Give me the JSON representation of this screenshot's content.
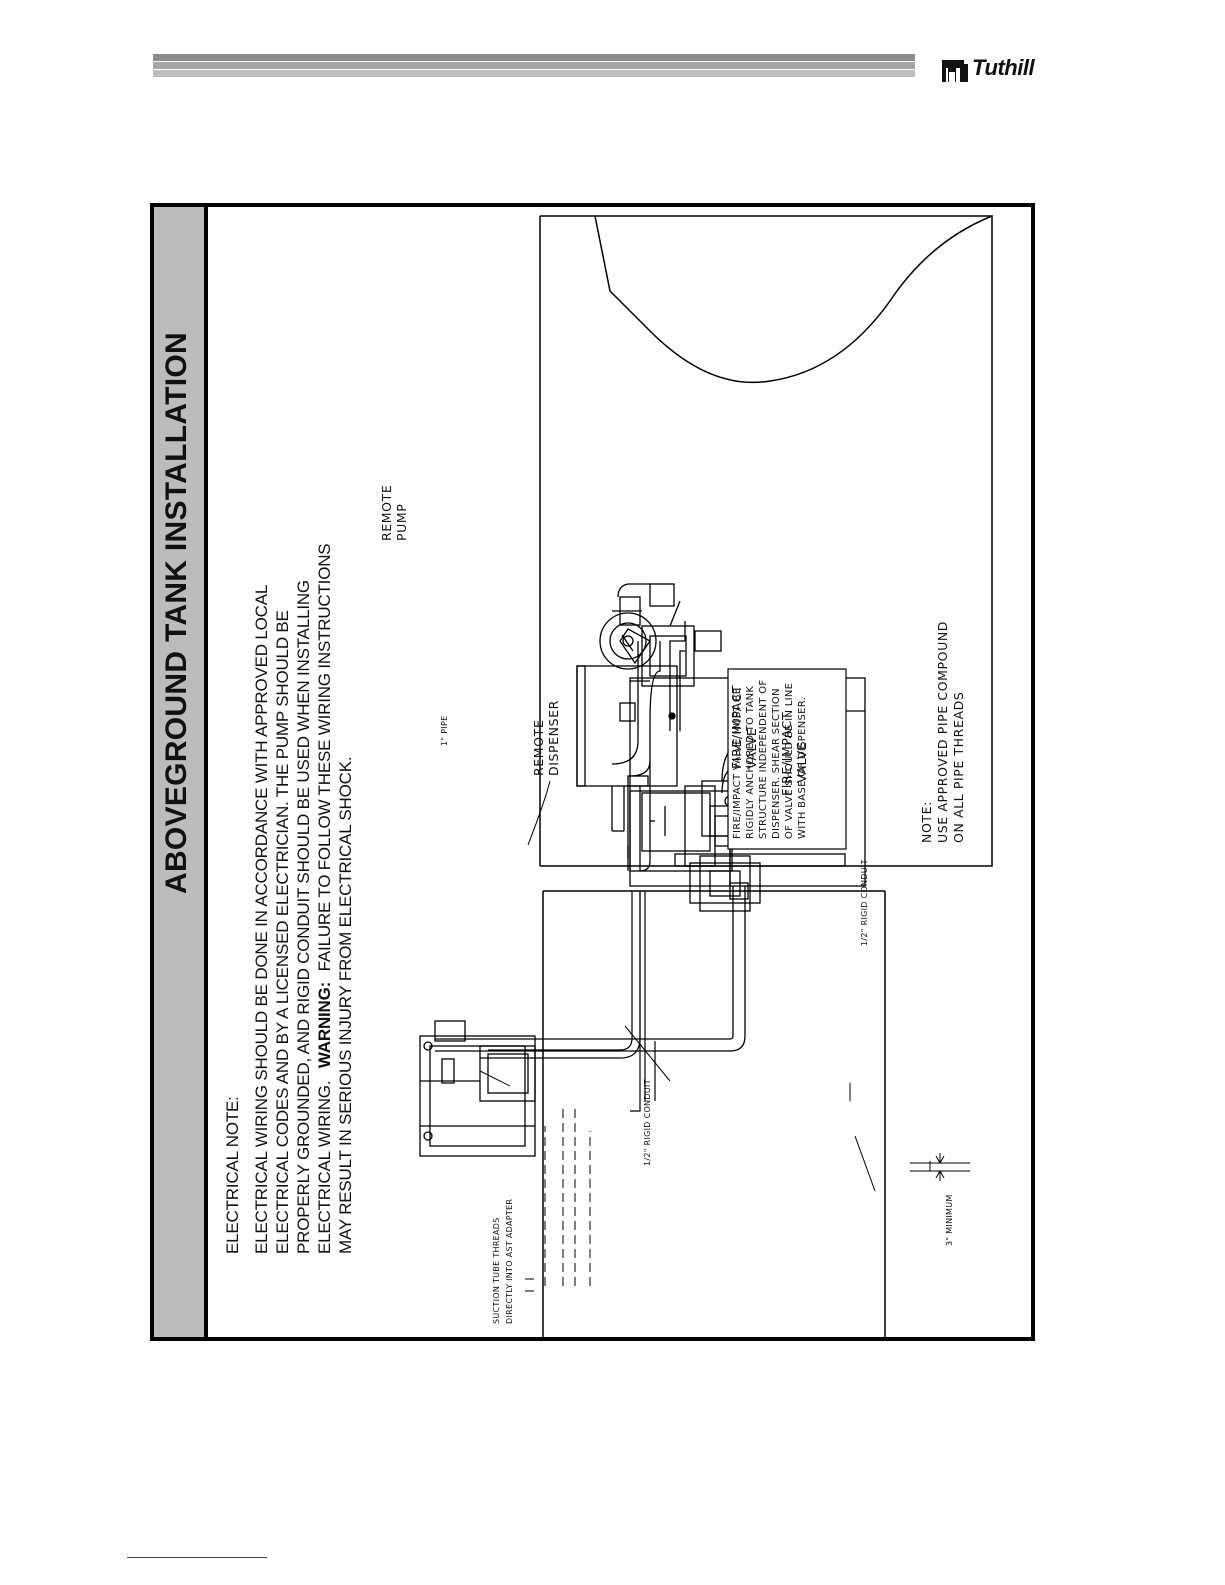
{
  "header": {
    "brand": "Tuthill"
  },
  "panel": {
    "title": "ABOVEGROUND TANK INSTALLATION",
    "electrical_heading": "ELECTRICAL NOTE:",
    "electrical_lines": [
      "ELECTRICAL WIRING SHOULD BE DONE IN ACCORDANCE WITH APPROVED LOCAL",
      "ELECTRICAL CODES AND BY A LICENSED ELECTRICIAN.  THE PUMP SHOULD BE",
      "PROPERLY GROUNDED, AND RIGID CONDUIT SHOULD BE USED WHEN INSTALLING",
      "ELECTRICAL WIRING.",
      "WARNING:",
      "FAILURE TO FOLLOW THESE WIRING INSTRUCTIONS",
      "MAY RESULT IN SERIOUS INJURY FROM ELECTRICAL SHOCK."
    ]
  },
  "drawing": {
    "labels": {
      "suction_1": "SUCTION  TUBE  THREADS",
      "suction_2": "DIRECTLY INTO AST ADAPTER",
      "one_inch_pipe": "1\" PIPE",
      "rigid_conduit_left": "1/2\"  RIGID CONDUIT",
      "rigid_conduit_right": "1/2\"  RIGID CONDUIT",
      "three_min": "3\" MINIMUM",
      "fire_valve_left_1": "FIRE/IMPACT",
      "fire_valve_left_2": "VALVE",
      "remote_dispenser_1": "REMOTE",
      "remote_dispenser_2": "DISPENSER",
      "fire_valve_right_1": "FIRE/IMPACT",
      "fire_valve_right_2": "VALVE",
      "remote_pump_1": "REMOTE",
      "remote_pump_2": "PUMP",
      "note_heading": "NOTE:",
      "note_1": "USE  APPROVED  PIPE  COMPOUND",
      "note_2": "ON  ALL  PIPE  THREADS"
    },
    "valve_box": [
      "FIRE/IMPACT VALVE MUST BE",
      "RIGIDLY ANCHORED TO TANK",
      "STRUCTURE INDEPENDENT OF",
      "DISPENSER.  SHEAR SECTION",
      "OF VALVE SHOULD BE IN LINE",
      "WITH BASE OF DISPENSER."
    ]
  }
}
